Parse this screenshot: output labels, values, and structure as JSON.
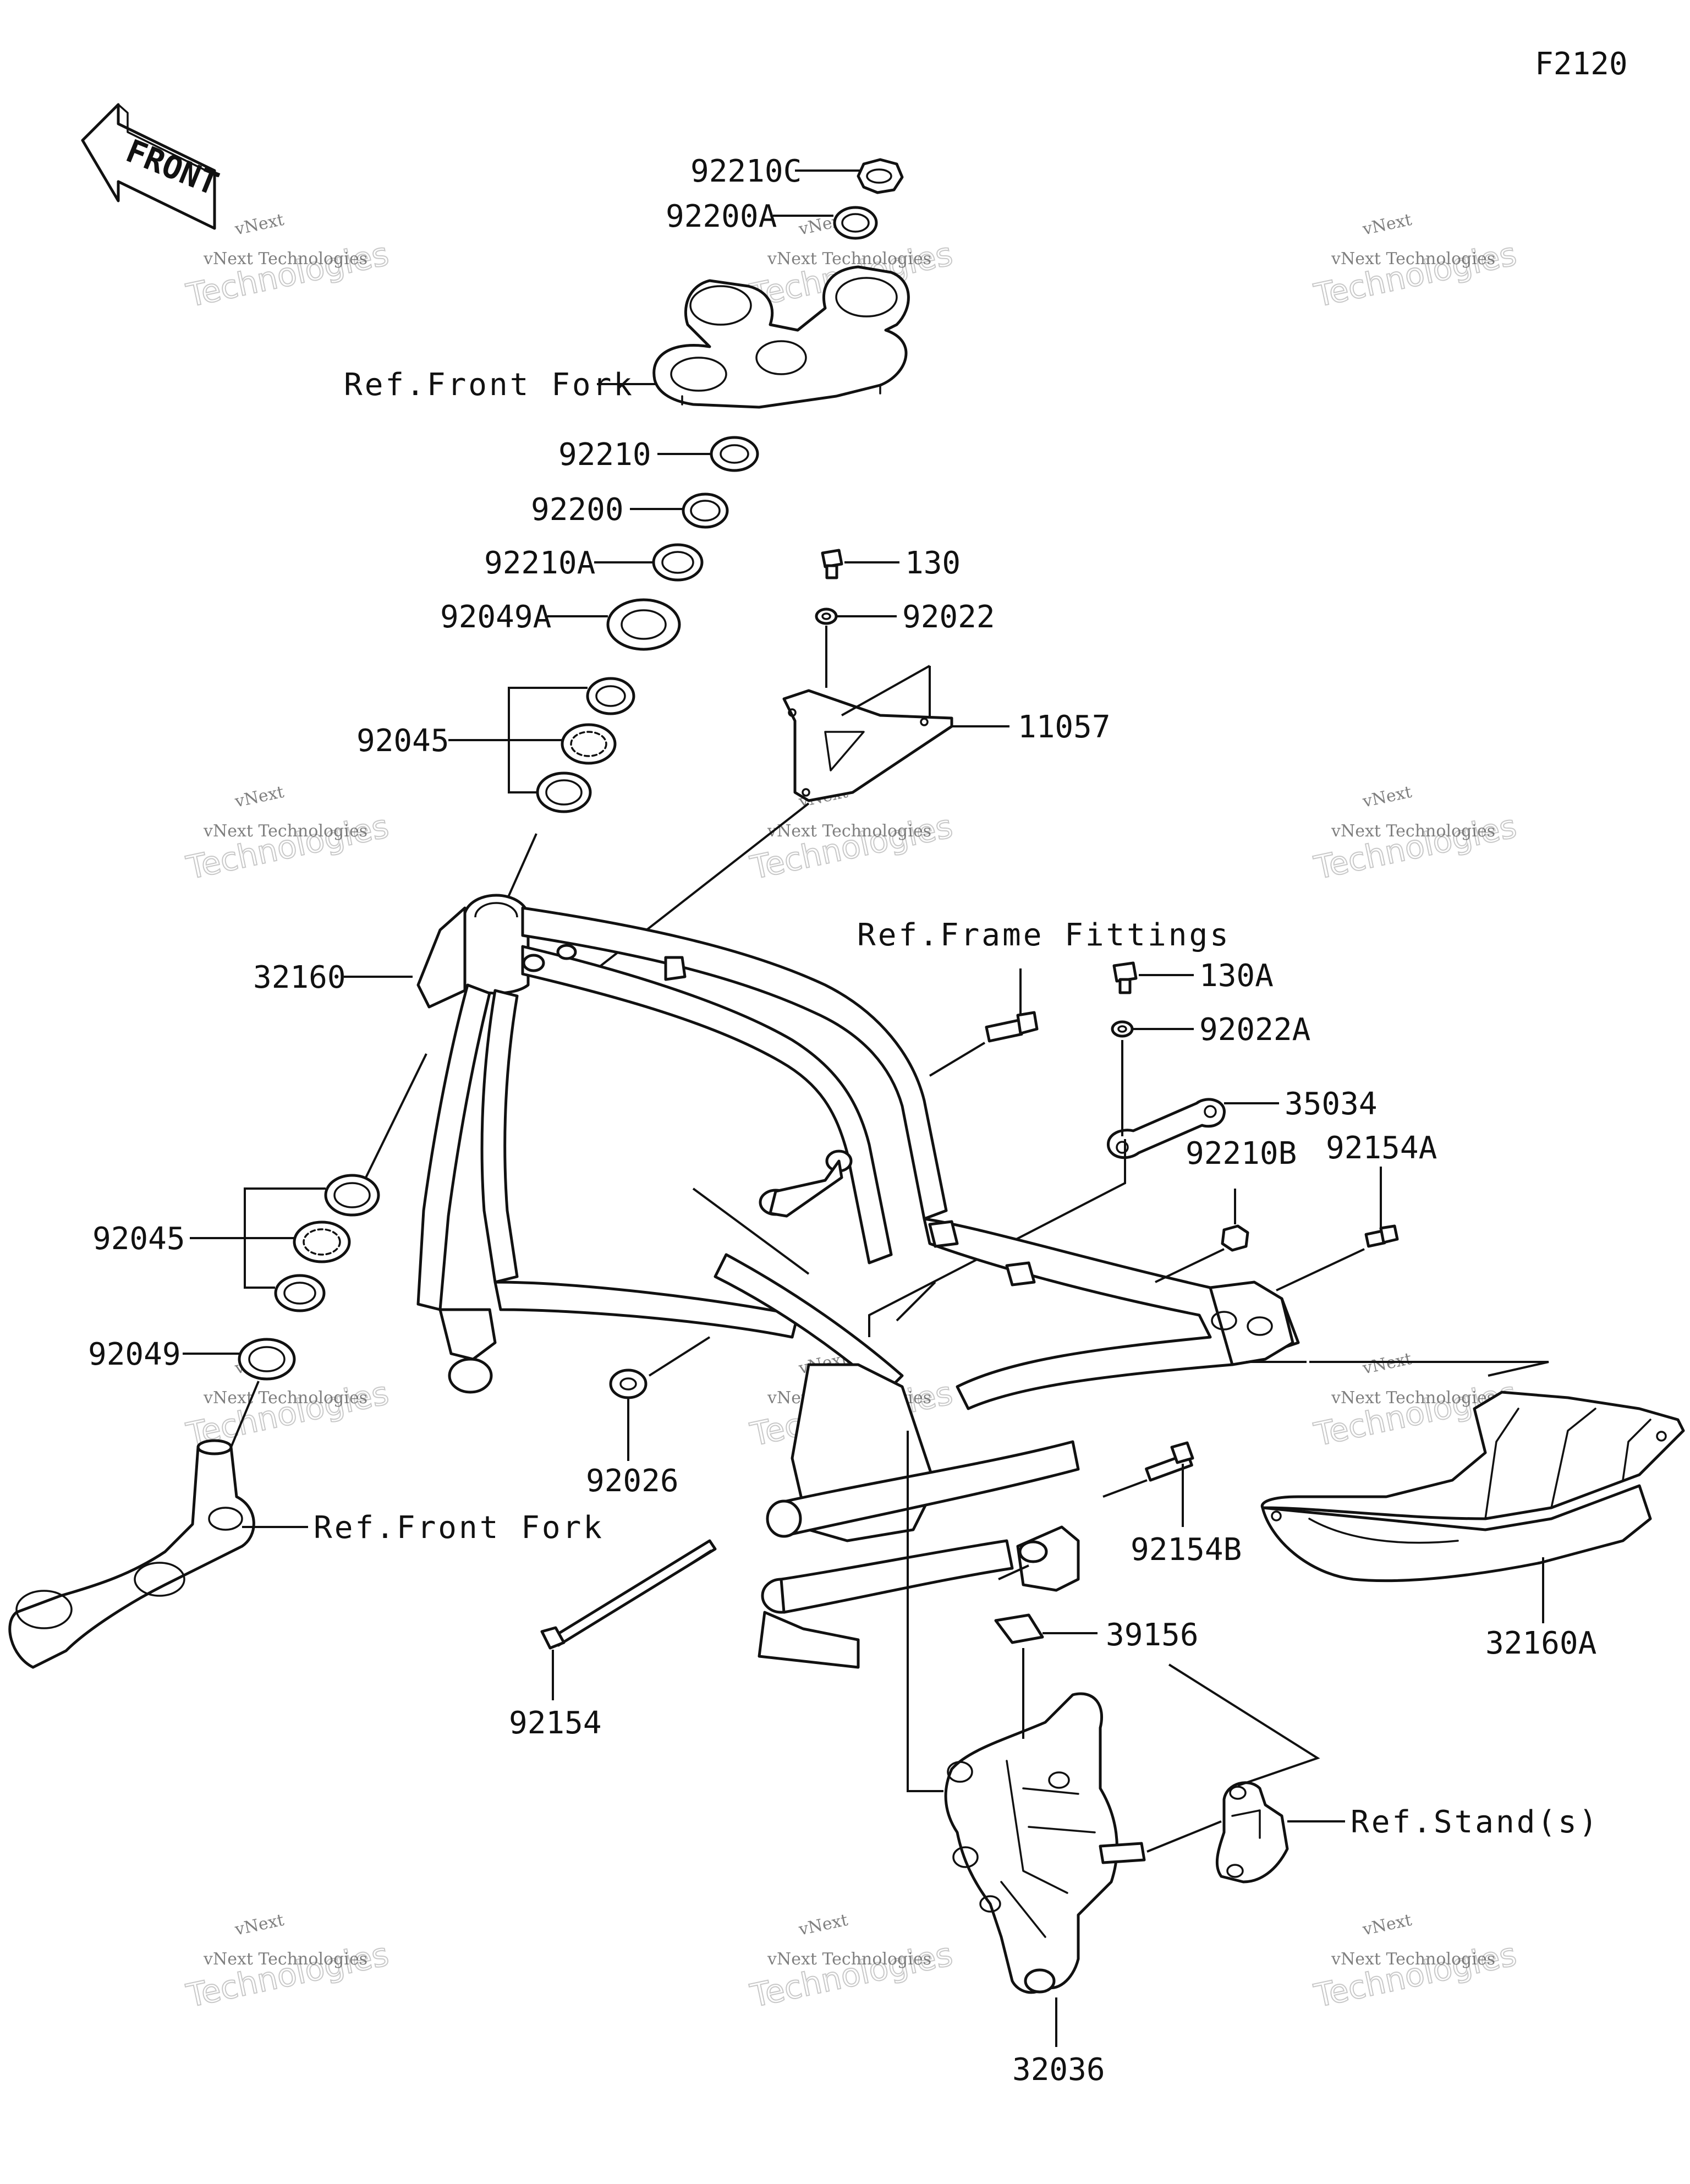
{
  "diagram": {
    "code": "F2120",
    "front_label": "FRONT",
    "watermark": {
      "line1": "vNext Technologies",
      "line2": "Technologies",
      "line3": "vNext"
    },
    "labels": {
      "l92210C": "92210C",
      "l92200A": "92200A",
      "refFrontForkTop": "Ref.Front Fork",
      "l92210": "92210",
      "l92200": "92200",
      "l92210A": "92210A",
      "l92049A": "92049A",
      "l130": "130",
      "l92022": "92022",
      "l92045Top": "92045",
      "l11057": "11057",
      "refFrameFittings": "Ref.Frame Fittings",
      "l130A": "130A",
      "l92022A": "92022A",
      "l35034": "35034",
      "l32160": "32160",
      "l92210B": "92210B",
      "l92154A": "92154A",
      "l92045Mid": "92045",
      "l92049": "92049",
      "l92026": "92026",
      "refFrontForkBottom": "Ref.Front Fork",
      "l92154B": "92154B",
      "l32160A": "32160A",
      "l39156": "39156",
      "l92154": "92154",
      "refStand": "Ref.Stand(s)",
      "l32036": "32036"
    }
  }
}
